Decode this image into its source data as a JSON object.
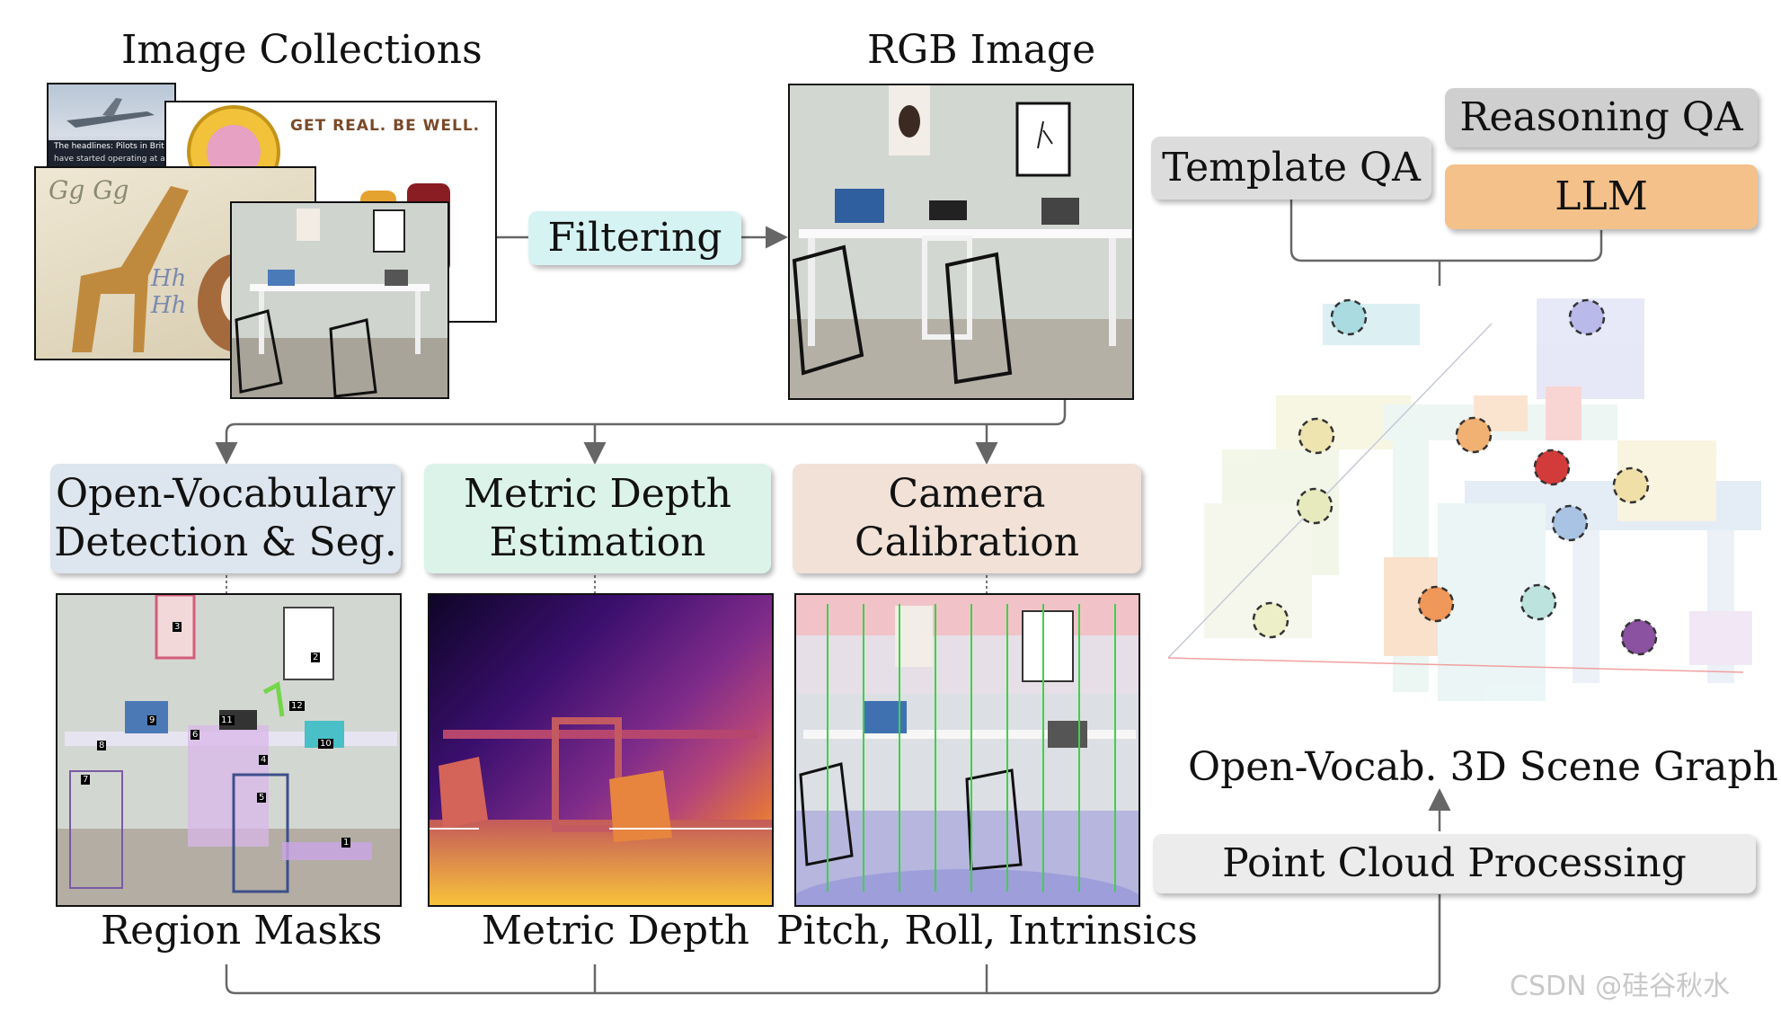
{
  "titles": {
    "image_collections": "Image Collections",
    "rgb_image": "RGB Image"
  },
  "boxes": {
    "filtering": "Filtering",
    "template_qa": "Template QA",
    "reasoning_qa": "Reasoning QA",
    "llm": "LLM",
    "ov_detection_line1": "Open-Vocabulary",
    "ov_detection_line2": "Detection & Seg.",
    "metric_depth_line1": "Metric Depth",
    "metric_depth_line2": "Estimation",
    "camera_line1": "Camera",
    "camera_line2": "Calibration",
    "point_cloud": "Point Cloud Processing"
  },
  "outputs": {
    "region_masks": "Region Masks",
    "metric_depth": "Metric Depth",
    "pitch_roll": "Pitch, Roll, Intrinsics",
    "scene_graph": "Open-Vocab. 3D Scene Graph"
  },
  "collage_text": {
    "get_real": "GET REAL. BE WELL.",
    "gg": "Gg Gg",
    "hh": "Hh Hh",
    "headline": "The headlines: Pilots in Britain",
    "headline2": "have started operating at an"
  },
  "mask_ids": [
    "1",
    "2",
    "3",
    "4",
    "5",
    "6",
    "7",
    "8",
    "9",
    "10",
    "11",
    "12"
  ],
  "watermark": "CSDN @硅谷秋水",
  "colors": {
    "filtering_bg": "#d6f3f3",
    "template_bg": "#dcdcdc",
    "reasoning_bg": "#cfcfcf",
    "llm_bg": "#f3c189",
    "ov_bg": "#dde5ee",
    "depth_bg": "#dcf3ea",
    "camera_bg": "#f1e1d6",
    "pointcloud_bg": "#ececec"
  }
}
